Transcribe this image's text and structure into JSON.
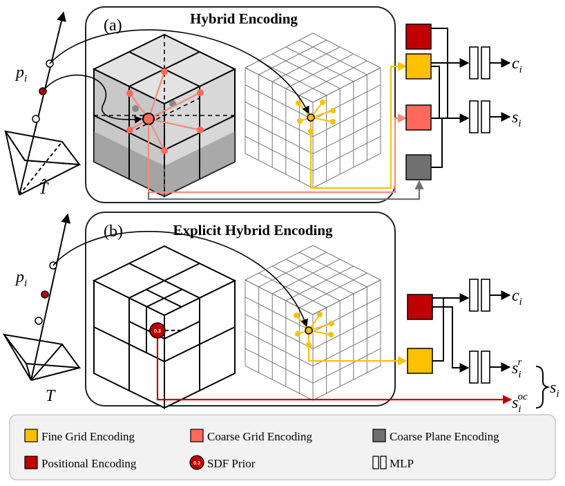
{
  "panel_a": {
    "tag": "(a)",
    "title": "Hybrid Encoding",
    "point_label": "p",
    "point_sub": "i",
    "camera_label": "T̂",
    "out_color": "c",
    "out_color_sub": "i",
    "out_sdf": "s",
    "out_sdf_sub": "i"
  },
  "panel_b": {
    "tag": "(b)",
    "title": "Explicit Hybrid Encoding",
    "point_label": "p",
    "point_sub": "i",
    "camera_label": "T",
    "sdf_prior_value": "0.3",
    "out_color": "c",
    "out_color_sub": "i",
    "out_sdf_r": "s",
    "out_sdf_r_sub": "i",
    "out_sdf_r_sup": "r",
    "out_sdf_oc": "s",
    "out_sdf_oc_sub": "i",
    "out_sdf_oc_sup": "oc",
    "out_sdf_total": "s",
    "out_sdf_total_sub": "i"
  },
  "legend": {
    "fine_grid": "Fine Grid Encoding",
    "coarse_grid": "Coarse Grid Encoding",
    "coarse_plane": "Coarse Plane Encoding",
    "positional": "Positional Encoding",
    "sdf_prior": "SDF Prior",
    "sdf_prior_badge": "0.3",
    "mlp": "MLP"
  },
  "colors": {
    "fine": "#ffc000",
    "coarse": "#ff6a5a",
    "plane": "#707070",
    "positional": "#c00000",
    "coarse_line": "#f28a7a",
    "fine_line": "#ffc000"
  }
}
